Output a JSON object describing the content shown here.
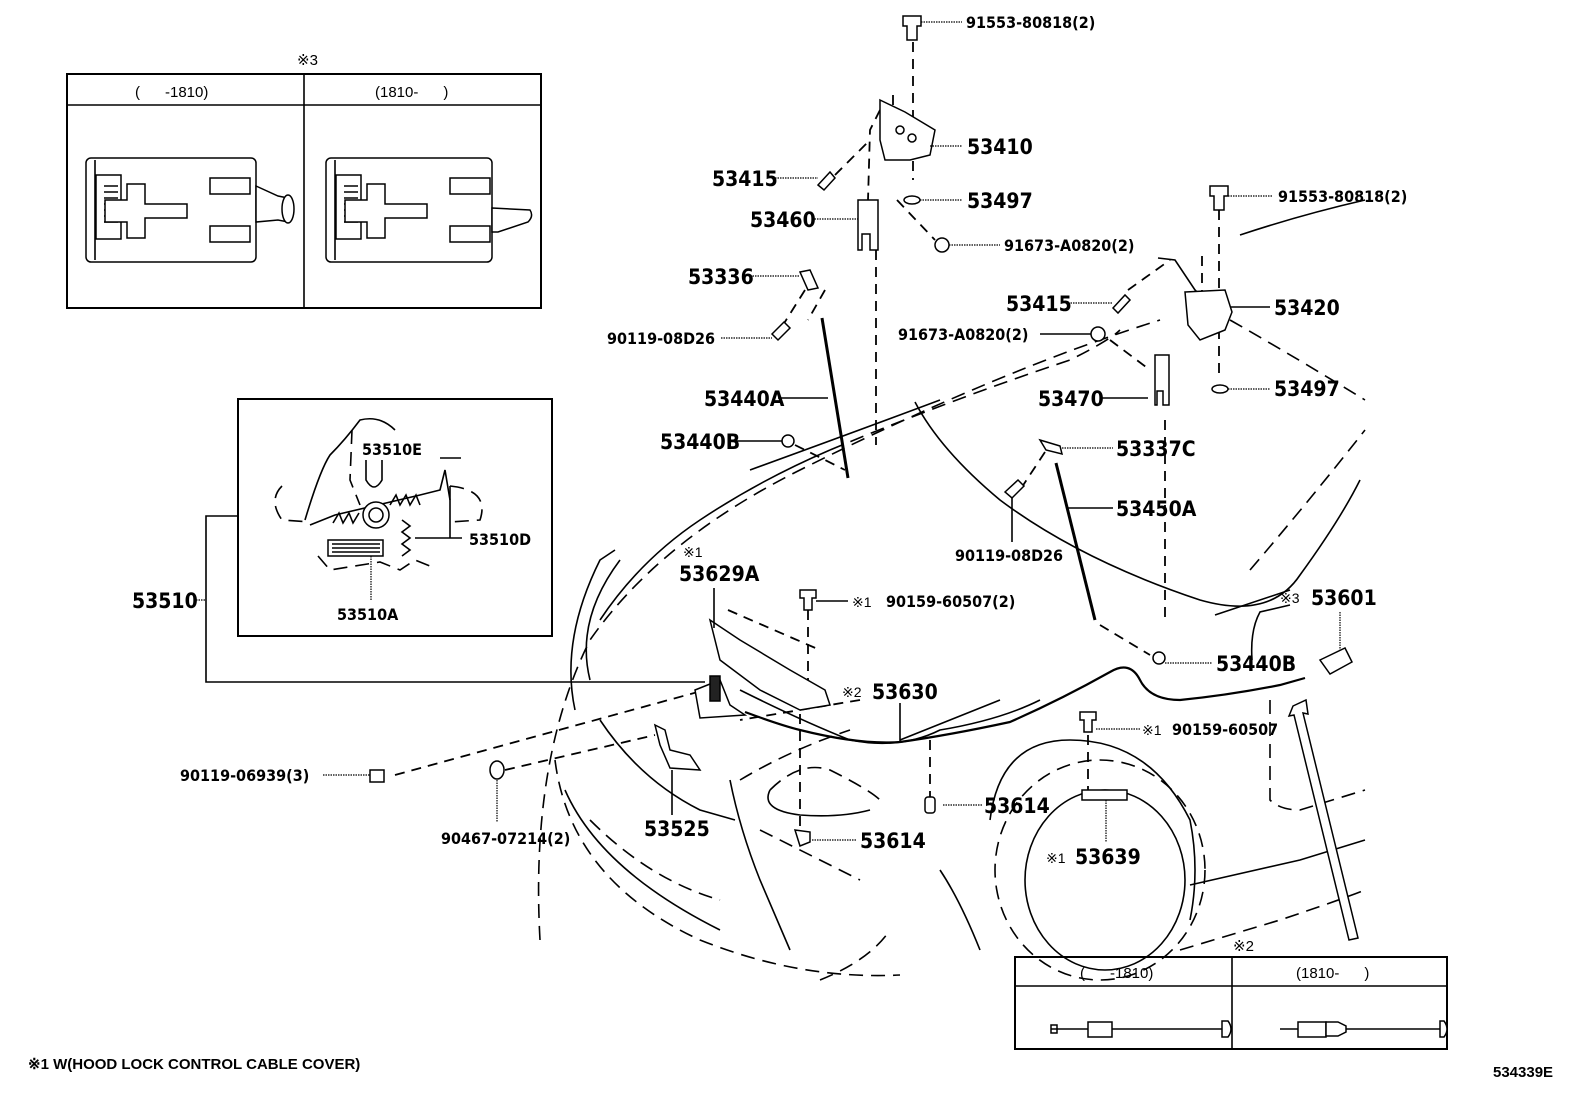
{
  "diagram": {
    "figure_id": "534339E",
    "footnote": "※1 W(HOOD LOCK CONTROL CABLE COVER)",
    "inset_note3": {
      "marker": "※3",
      "columns": [
        {
          "header": "(      -1810)"
        },
        {
          "header": "(1810-      )"
        }
      ]
    },
    "inset_note2": {
      "marker": "※2",
      "columns": [
        {
          "header": "(      -1810)"
        },
        {
          "header": "(1810-      )"
        }
      ]
    },
    "lock_inset": {
      "assembly": "53510",
      "parts": [
        "53510E",
        "53510D",
        "53510A"
      ]
    },
    "callouts": [
      {
        "id": "c1",
        "text": "91553-80818(2)"
      },
      {
        "id": "c2",
        "text": "53410"
      },
      {
        "id": "c3",
        "text": "53415"
      },
      {
        "id": "c4",
        "text": "53497"
      },
      {
        "id": "c5",
        "text": "53460"
      },
      {
        "id": "c6",
        "text": "91673-A0820(2)"
      },
      {
        "id": "c7",
        "text": "91553-80818(2)"
      },
      {
        "id": "c8",
        "text": "53336"
      },
      {
        "id": "c9",
        "text": "53415"
      },
      {
        "id": "c10",
        "text": "53420"
      },
      {
        "id": "c11",
        "text": "90119-08D26"
      },
      {
        "id": "c12",
        "text": "91673-A0820(2)"
      },
      {
        "id": "c13",
        "text": "53497"
      },
      {
        "id": "c14",
        "text": "53440A"
      },
      {
        "id": "c15",
        "text": "53470"
      },
      {
        "id": "c16",
        "text": "53440B"
      },
      {
        "id": "c17",
        "text": "53337C"
      },
      {
        "id": "c18",
        "text": "53450A"
      },
      {
        "id": "c19",
        "text": "90119-08D26"
      },
      {
        "id": "c20",
        "text": "53629A"
      },
      {
        "id": "c21",
        "text": "90159-60507(2)"
      },
      {
        "id": "c22",
        "text": "53601"
      },
      {
        "id": "c23",
        "text": "53440B"
      },
      {
        "id": "c24",
        "text": "53630"
      },
      {
        "id": "c25",
        "text": "90159-60507"
      },
      {
        "id": "c26",
        "text": "90119-06939(3)"
      },
      {
        "id": "c27",
        "text": "53614"
      },
      {
        "id": "c28",
        "text": "90467-07214(2)"
      },
      {
        "id": "c29",
        "text": "53525"
      },
      {
        "id": "c30",
        "text": "53614"
      },
      {
        "id": "c31",
        "text": "53639"
      }
    ],
    "markers": {
      "m1a": "※1",
      "m1b": "※1",
      "m1c": "※1",
      "m1d": "※1",
      "m2": "※2",
      "m3": "※3"
    }
  }
}
